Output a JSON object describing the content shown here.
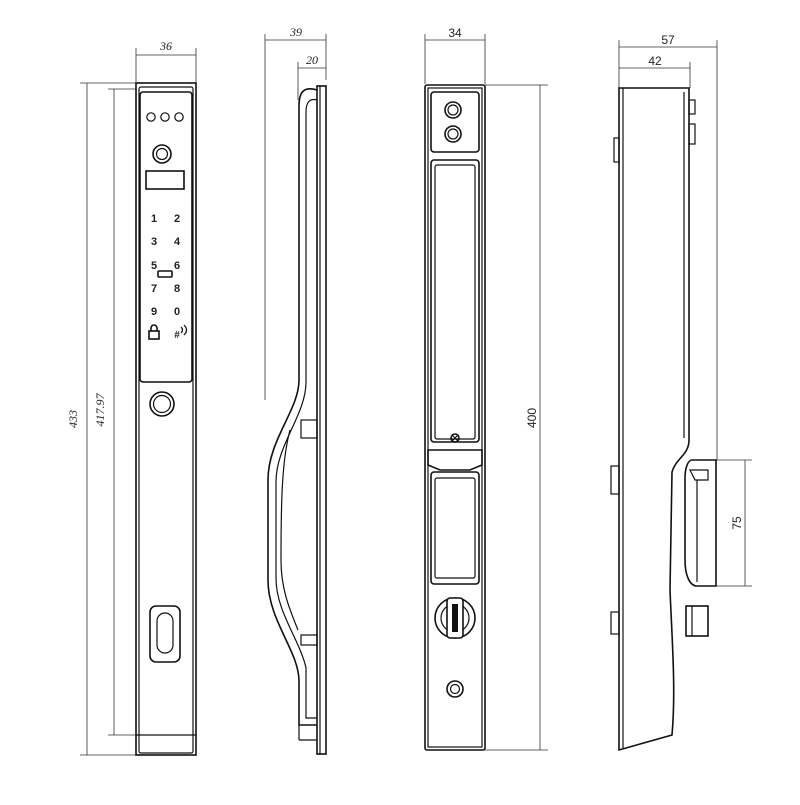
{
  "dimensions": {
    "front_width": "36",
    "front_height_total": "433",
    "front_height_inner": "417.97",
    "side_depth_total": "39",
    "side_depth_top": "20",
    "back_width": "34",
    "back_height": "400",
    "right_depth_total": "57",
    "right_depth_top": "42",
    "handle_height": "75"
  },
  "keypad": {
    "keys": [
      "1",
      "2",
      "3",
      "4",
      "5",
      "6",
      "7",
      "8",
      "9",
      "0"
    ]
  }
}
